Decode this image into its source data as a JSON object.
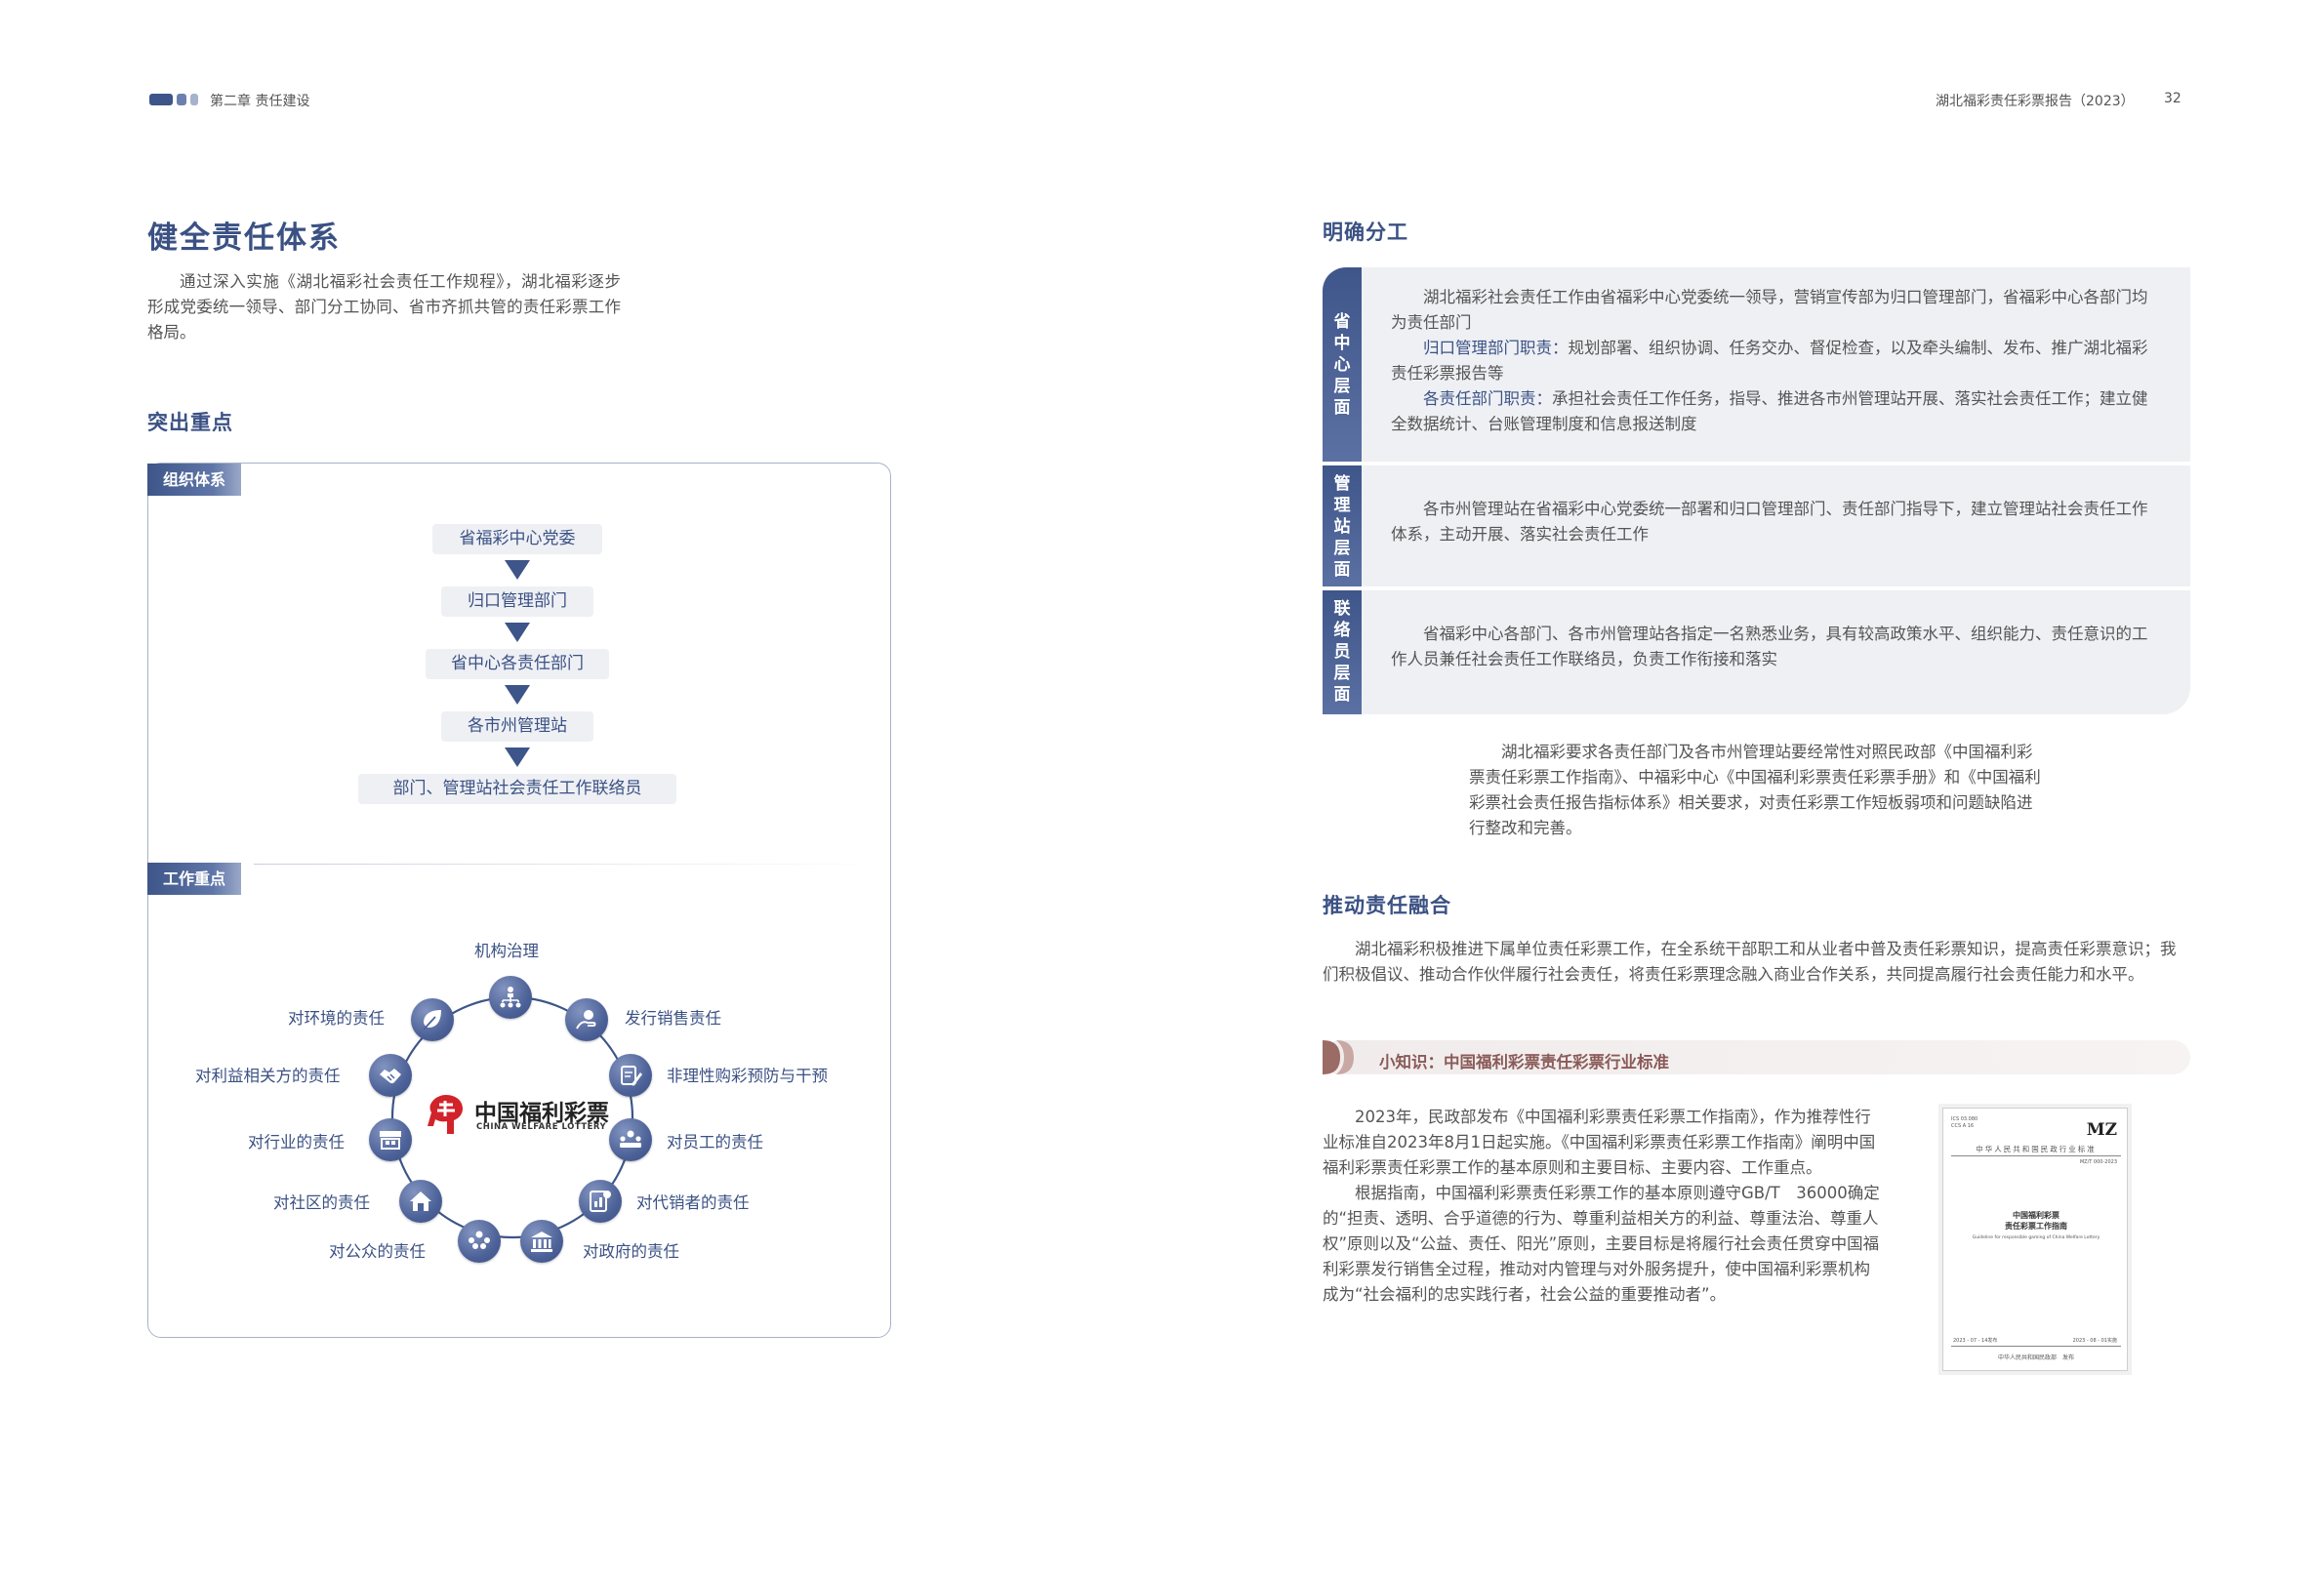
{
  "header": {
    "chapter": "第二章  责任建设",
    "report": "湖北福彩责任彩票报告（2023）",
    "page_number": "32",
    "mark_colors": [
      "#3d5588",
      "#6d7fae",
      "#a7b2cf"
    ]
  },
  "left": {
    "title": "健全责任体系",
    "intro": "通过深入实施《湖北福彩社会责任工作规程》，湖北福彩逐步形成党委统一领导、部门分工协同、省市齐抓共管的责任彩票工作格局。",
    "section": "突出重点",
    "org_tag": "组织体系",
    "flow": [
      "省福彩中心党委",
      "归口管理部门",
      "省中心各责任部门",
      "各市州管理站",
      "部门、管理站社会责任工作联络员"
    ],
    "work_tag": "工作重点",
    "logo": {
      "cn": "中国福利彩票",
      "en": "CHINA WELFARE LOTTERY"
    },
    "cycle": [
      {
        "label": "机构治理",
        "icon": "org-chart-icon"
      },
      {
        "label": "发行销售责任",
        "icon": "hand-coin-icon"
      },
      {
        "label": "非理性购彩预防与干预",
        "icon": "clipboard-pen-icon"
      },
      {
        "label": "对员工的责任",
        "icon": "staff-meeting-icon"
      },
      {
        "label": "对代销者的责任",
        "icon": "document-chart-icon"
      },
      {
        "label": "对政府的责任",
        "icon": "government-building-icon"
      },
      {
        "label": "对公众的责任",
        "icon": "people-group-icon"
      },
      {
        "label": "对社区的责任",
        "icon": "house-icon"
      },
      {
        "label": "对行业的责任",
        "icon": "shop-icon"
      },
      {
        "label": "对利益相关方的责任",
        "icon": "handshake-icon"
      },
      {
        "label": "对环境的责任",
        "icon": "leaf-icon"
      }
    ]
  },
  "right": {
    "section1": "明确分工",
    "rows": [
      {
        "tab": "省中心层面",
        "p1": "湖北福彩社会责任工作由省福彩中心党委统一领导，营销宣传部为归口管理部门，省福彩中心各部门均为责任部门",
        "p2_label": "归口管理部门职责：",
        "p2": "规划部署、组织协调、任务交办、督促检查，以及牵头编制、发布、推广湖北福彩责任彩票报告等",
        "p3_label": "各责任部门职责：",
        "p3": "承担社会责任工作任务，指导、推进各市州管理站开展、落实社会责任工作；建立健全数据统计、台账管理制度和信息报送制度"
      },
      {
        "tab": "管理站层面",
        "p1": "各市州管理站在省福彩中心党委统一部署和归口管理部门、责任部门指导下，建立管理站社会责任工作体系，主动开展、落实社会责任工作"
      },
      {
        "tab": "联络员层面",
        "p1": "省福彩中心各部门、各市州管理站各指定一名熟悉业务，具有较高政策水平、组织能力、责任意识的工作人员兼任社会责任工作联络员，负责工作衔接和落实"
      }
    ],
    "note": "湖北福彩要求各责任部门及各市州管理站要经常性对照民政部《中国福利彩票责任彩票工作指南》、中福彩中心《中国福利彩票责任彩票手册》和《中国福利彩票社会责任报告指标体系》相关要求，对责任彩票工作短板弱项和问题缺陷进行整改和完善。",
    "section2": "推动责任融合",
    "fusion": "湖北福彩积极推进下属单位责任彩票工作，在全系统干部职工和从业者中普及责任彩票知识，提高责任彩票意识；我们积极倡议、推动合作伙伴履行社会责任，将责任彩票理念融入商业合作关系，共同提高履行社会责任能力和水平。",
    "tip_title": "小知识：中国福利彩票责任彩票行业标准",
    "tip_p1": "2023年，民政部发布《中国福利彩票责任彩票工作指南》，作为推荐性行业标准自2023年8月1日起实施。《中国福利彩票责任彩票工作指南》阐明中国福利彩票责任彩票工作的基本原则和主要目标、主要内容、工作重点。",
    "tip_p2": "根据指南，中国福利彩票责任彩票工作的基本原则遵守GB/T　36000确定的“担责、透明、合乎道德的行为、尊重利益相关方的利益、尊重法治、尊重人权”原则以及“公益、责任、阳光”原则，主要目标是将履行社会责任贯穿中国福利彩票发行销售全过程，推动对内管理与对外服务提升，使中国福利彩票机构成为“社会福利的忠实践行者，社会公益的重要推动者”。"
  },
  "book_cover": {
    "code_top": "ICS 03.080",
    "code_top2": "CCS A 16",
    "mz": "MZ",
    "org": "中华人民共和国民政行业标准",
    "std_no": "MZ/T 000-2023",
    "title1": "中国福利彩票",
    "title2": "责任彩票工作指南",
    "en_title": "Guideline for responsible gaming of China Welfare Lottery",
    "issue": "2023 - 07 - 14发布",
    "impl": "2023 - 08 - 01实施",
    "publisher": "中华人民共和国民政部　发布"
  },
  "colors": {
    "brand_blue": "#3b5184",
    "panel_gray": "#eef0f4",
    "tip_brown": "#8a5b58",
    "logo_red": "#d2232a"
  }
}
